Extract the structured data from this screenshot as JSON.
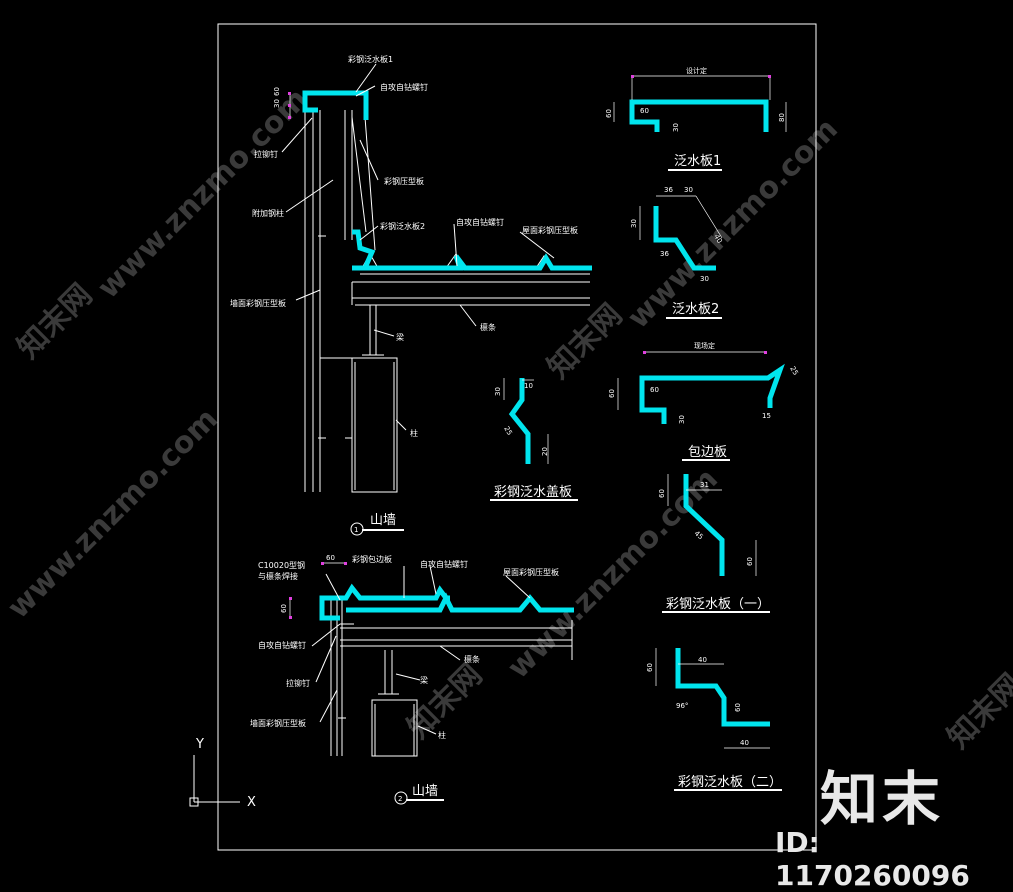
{
  "watermark": {
    "site": "www.znzmo.com",
    "brand": "知末网"
  },
  "brand": {
    "logo": "知末",
    "id_text": "ID: 1170260096"
  },
  "ucs": {
    "y": "Y",
    "x": "X"
  },
  "detail1": {
    "caption": "山墙",
    "number": "1",
    "labels": {
      "cover1": "彩钢泛水板1",
      "screw_top": "自攻自钻螺钉",
      "rivet": "拉铆钉",
      "press_plate": "彩钢压型板",
      "add_col": "附加钢柱",
      "cover2": "彩钢泛水板2",
      "screw_roof": "自攻自钻螺钉",
      "roof_plate": "屋面彩钢压型板",
      "wall_plate": "墙面彩钢压型板",
      "purlin": "檩条",
      "beam": "梁",
      "column": "柱"
    },
    "dims": {
      "d30": "30",
      "d60": "60"
    }
  },
  "detail2": {
    "caption": "山墙",
    "number": "2",
    "labels": {
      "c_steel": "C10020型钢",
      "weld": "与檩条焊接",
      "edge_plate": "彩钢包边板",
      "screw": "自攻自钻螺钉",
      "roof_plate": "屋面彩钢压型板",
      "screw2": "自攻自钻螺钉",
      "rivet": "拉铆钉",
      "purlin": "檩条",
      "beam": "梁",
      "wall_plate": "墙面彩钢压型板",
      "column": "柱"
    },
    "dims": {
      "d60a": "60",
      "d60b": "60"
    }
  },
  "panel_fs1": {
    "caption": "泛水板1",
    "note": "设计定",
    "dims": {
      "a": "60",
      "b": "60",
      "c": "30",
      "d": "80"
    }
  },
  "panel_fs2": {
    "caption": "泛水板2",
    "dims": {
      "a": "36",
      "b": "30",
      "c": "30",
      "d": "36",
      "e": "30",
      "f": "40"
    }
  },
  "panel_bb": {
    "caption": "包边板",
    "note": "现场定",
    "dims": {
      "a": "60",
      "b": "60",
      "c": "30",
      "d": "15",
      "e": "25"
    }
  },
  "panel_cover": {
    "caption": "彩钢泛水盖板",
    "dims": {
      "a": "10",
      "b": "30",
      "c": "25",
      "d": "20"
    }
  },
  "panel_one": {
    "caption": "彩钢泛水板（一）",
    "dims": {
      "a": "60",
      "b": "31",
      "c": "45",
      "d": "60"
    }
  },
  "panel_two": {
    "caption": "彩钢泛水板（二）",
    "dims": {
      "a": "60",
      "b": "40",
      "c": "60",
      "d": "40",
      "angle": "96°"
    }
  }
}
